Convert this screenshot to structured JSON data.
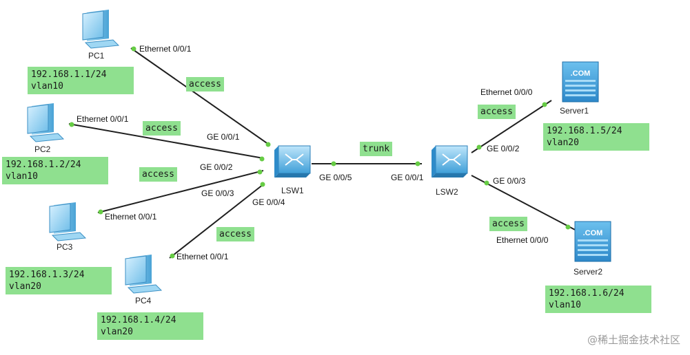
{
  "devices": {
    "pc1": "PC1",
    "pc2": "PC2",
    "pc3": "PC3",
    "pc4": "PC4",
    "lsw1": "LSW1",
    "lsw2": "LSW2",
    "server1": "Server1",
    "server2": "Server2",
    "server_logo": ".COM"
  },
  "ports": {
    "pc1_eth": "Ethernet 0/0/1",
    "pc2_eth": "Ethernet 0/0/1",
    "pc3_eth": "Ethernet 0/0/1",
    "pc4_eth": "Ethernet 0/0/1",
    "lsw1_ge1": "GE 0/0/1",
    "lsw1_ge2": "GE 0/0/2",
    "lsw1_ge3": "GE 0/0/3",
    "lsw1_ge4": "GE 0/0/4",
    "lsw1_ge5": "GE 0/0/5",
    "lsw2_ge1": "GE 0/0/1",
    "lsw2_ge2": "GE 0/0/2",
    "lsw2_ge3": "GE 0/0/3",
    "server1_eth": "Ethernet 0/0/0",
    "server2_eth": "Ethernet 0/0/0"
  },
  "links": {
    "pc1": "access",
    "pc2": "access",
    "pc3": "access",
    "pc4": "access",
    "trunk": "trunk",
    "server1": "access",
    "server2": "access"
  },
  "hosts": {
    "pc1": {
      "ip": "192.168.1.1/24",
      "vlan": "vlan10"
    },
    "pc2": {
      "ip": "192.168.1.2/24",
      "vlan": "vlan10"
    },
    "pc3": {
      "ip": "192.168.1.3/24",
      "vlan": "vlan20"
    },
    "pc4": {
      "ip": "192.168.1.4/24",
      "vlan": "vlan20"
    },
    "server1": {
      "ip": "192.168.1.5/24",
      "vlan": "vlan20"
    },
    "server2": {
      "ip": "192.168.1.6/24",
      "vlan": "vlan10"
    }
  },
  "watermark": "@稀土掘金技术社区",
  "colors": {
    "link": "#1f1f1f",
    "port_dot": "#66cc44",
    "tag_bg": "#8fe08f",
    "switch": "#5aaede",
    "device": "#7cc8ee"
  }
}
